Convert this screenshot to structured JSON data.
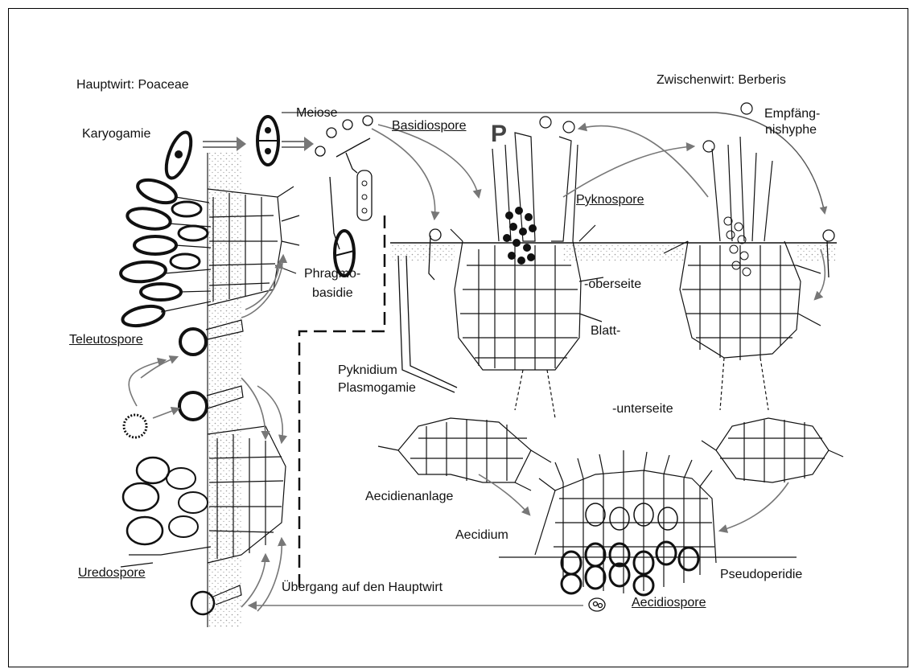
{
  "labels": {
    "hauptwirt": "Hauptwirt: Poaceae",
    "zwischenwirt": "Zwischenwirt: Berberis",
    "karyogamie": "Karyogamie",
    "meiose": "Meiose",
    "basidiospore": "Basidiospore",
    "p": "P",
    "empfaengnis_1": "Empfäng-",
    "empfaengnis_2": "nishyphe",
    "pyknospore": "Pyknospore",
    "phragmo_1": "Phragmo-",
    "phragmo_2": "basidie",
    "oberseite": "-oberseite",
    "blatt": "Blatt-",
    "teleutospore": "Teleutospore",
    "pyknidium": "Pyknidium",
    "plasmogamie": "Plasmogamie",
    "unterseite": "-unterseite",
    "aecidienanlage": "Aecidienanlage",
    "aecidium": "Aecidium",
    "pseudoperidie": "Pseudoperidie",
    "uredospore": "Uredospore",
    "uebergang": "Übergang auf den Hauptwirt",
    "aecidiospore": "Aecidiospore"
  },
  "colors": {
    "ink": "#111111",
    "arrow": "#777777",
    "stipple": "#9a9a9a"
  }
}
